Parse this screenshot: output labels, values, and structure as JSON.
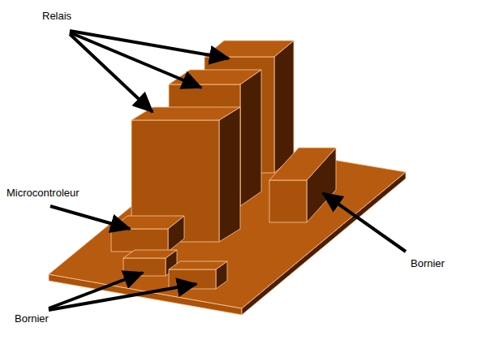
{
  "diagram": {
    "labels": [
      "Relais",
      "Microcontroleur",
      "Bornier",
      "Bornier"
    ]
  }
}
